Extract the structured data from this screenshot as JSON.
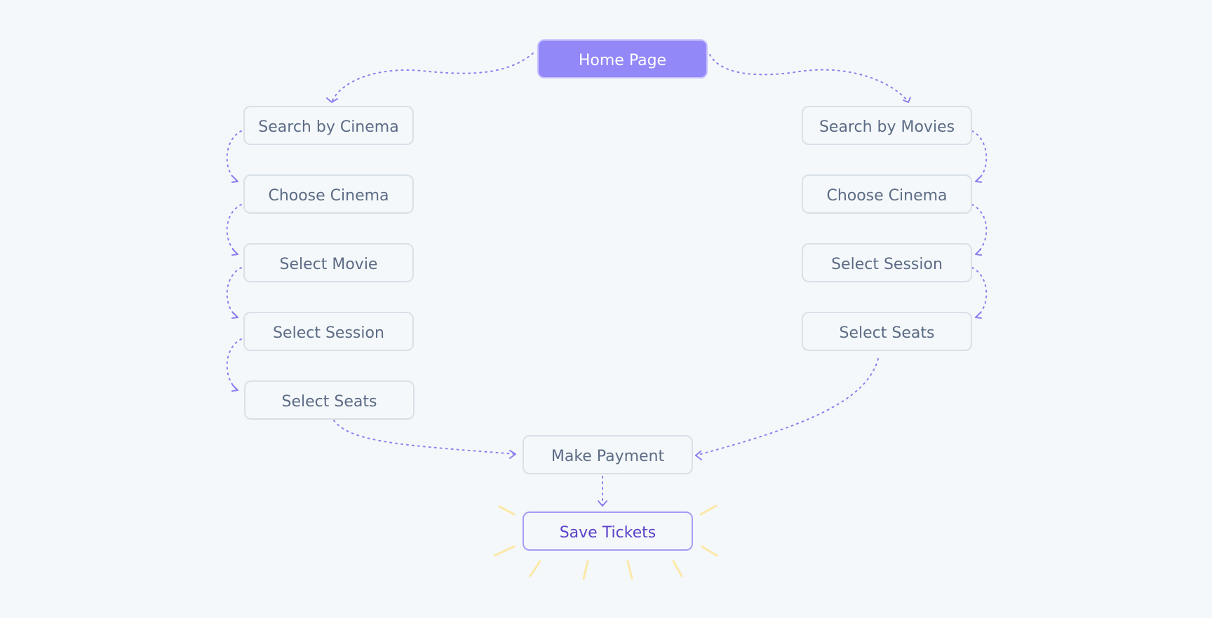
{
  "nodes": {
    "home": "Home Page",
    "search_cinema": "Search by Cinema",
    "search_movies": "Search by Movies",
    "left_choose_cinema": "Choose Cinema",
    "left_select_movie": "Select Movie",
    "left_select_session": "Select Session",
    "left_select_seats": "Select Seats",
    "right_choose_cinema": "Choose Cinema",
    "right_select_session": "Select Session",
    "right_select_seats": "Select Seats",
    "make_payment": "Make Payment",
    "save_tickets": "Save Tickets"
  },
  "edges": [
    [
      "home",
      "search_cinema"
    ],
    [
      "home",
      "search_movies"
    ],
    [
      "search_cinema",
      "left_choose_cinema"
    ],
    [
      "left_choose_cinema",
      "left_select_movie"
    ],
    [
      "left_select_movie",
      "left_select_session"
    ],
    [
      "left_select_session",
      "left_select_seats"
    ],
    [
      "search_movies",
      "right_choose_cinema"
    ],
    [
      "right_choose_cinema",
      "right_select_session"
    ],
    [
      "right_select_session",
      "right_select_seats"
    ],
    [
      "left_select_seats",
      "make_payment"
    ],
    [
      "right_select_seats",
      "make_payment"
    ],
    [
      "make_payment",
      "save_tickets"
    ]
  ],
  "colors": {
    "accent": "#9288f8",
    "edge": "#8a80ee",
    "highlight_rays": "#fbe8a8",
    "final_text": "#5a41c8"
  }
}
